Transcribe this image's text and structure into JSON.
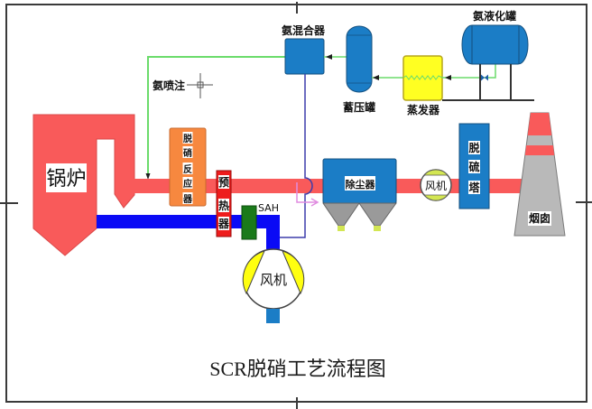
{
  "title": "SCR脱硝工艺流程图",
  "equipment": {
    "boiler": {
      "label": "锅炉"
    },
    "reactor": {
      "label": "脱硝反应器"
    },
    "preheater": {
      "label": "预热器"
    },
    "sah": {
      "label": "SAH"
    },
    "primary_fan": {
      "label": "风机"
    },
    "dust_collector": {
      "label": "除尘器"
    },
    "induced_fan": {
      "label": "风机"
    },
    "desulfurization_tower": {
      "label": "脱硫塔"
    },
    "chimney": {
      "label": "烟囱"
    },
    "ammonia_mixer": {
      "label": "氨混合器"
    },
    "buffer_tank": {
      "label": "蓄压罐"
    },
    "evaporator": {
      "label": "蒸发器"
    },
    "liquid_ammonia_tank": {
      "label": "氨液化罐"
    }
  },
  "annotations": {
    "ammonia_injection": "氨喷注"
  },
  "colors": {
    "flue_gas": "#f95a5a",
    "air_duct": "#0a0af5",
    "vessel_blue": "#1b7dc6",
    "reactor": "#f7883f",
    "preheater": "#ee1c1c",
    "sah": "#1a7a1a",
    "evaporator": "#ffff22",
    "ammonia_line": "#6bdc6b",
    "ammonia_air_line": "#3d3dab",
    "chimney_gray": "#b9b9b9",
    "fan_blade": "#ffff10",
    "fan_cap": "#d3e653",
    "hopper_gray": "#9a9a9a"
  }
}
